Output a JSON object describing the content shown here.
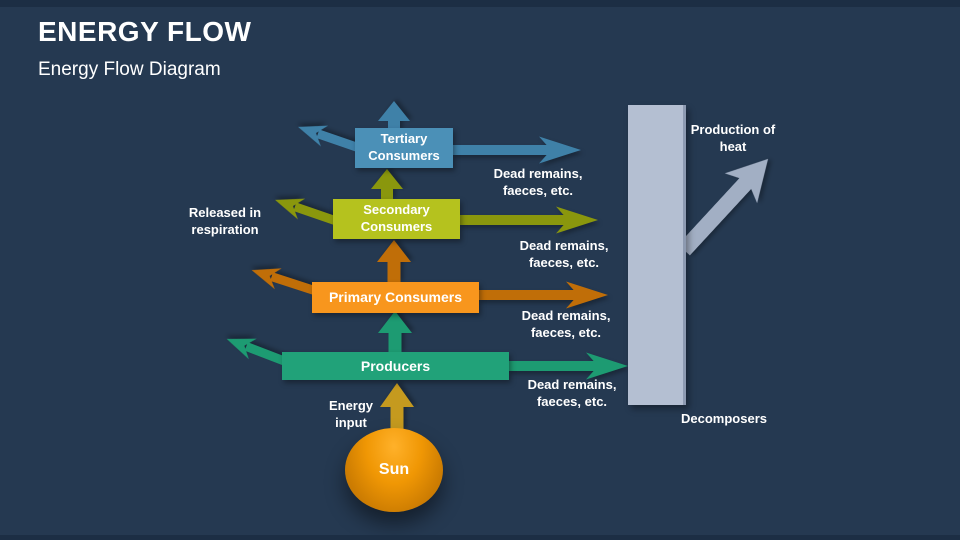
{
  "header": {
    "title": "ENERGY FLOW",
    "subtitle": "Energy Flow Diagram"
  },
  "colors": {
    "background": "#253951",
    "edge_strip": "#1C2E44",
    "text": "#FFFFFF",
    "box_tertiary": "#4B90B7",
    "box_secondary": "#B5C21E",
    "box_primary": "#F8961D",
    "box_producers": "#21A279",
    "arrow_blue": "#3F81A8",
    "arrow_olive": "#8A970D",
    "arrow_orange": "#C06E08",
    "arrow_teal": "#1D9B72",
    "arrow_gold": "#C59A1F",
    "arrow_gray": "#A2AFC4",
    "bar_decomposers": "#B4BFD2",
    "sun_rim": "#FFAB1E",
    "sun_center": "#CC7C02"
  },
  "diagram": {
    "nodes": {
      "tertiary": "Tertiary\nConsumers",
      "secondary": "Secondary\nConsumers",
      "primary": "Primary Consumers",
      "producers": "Producers",
      "sun": "Sun"
    },
    "labels": {
      "dead_remains": "Dead remains,\nfaeces, etc.",
      "released_respiration": "Released in\nrespiration",
      "energy_input": "Energy\ninput",
      "production_heat": "Production of\nheat",
      "decomposers": "Decomposers"
    }
  }
}
